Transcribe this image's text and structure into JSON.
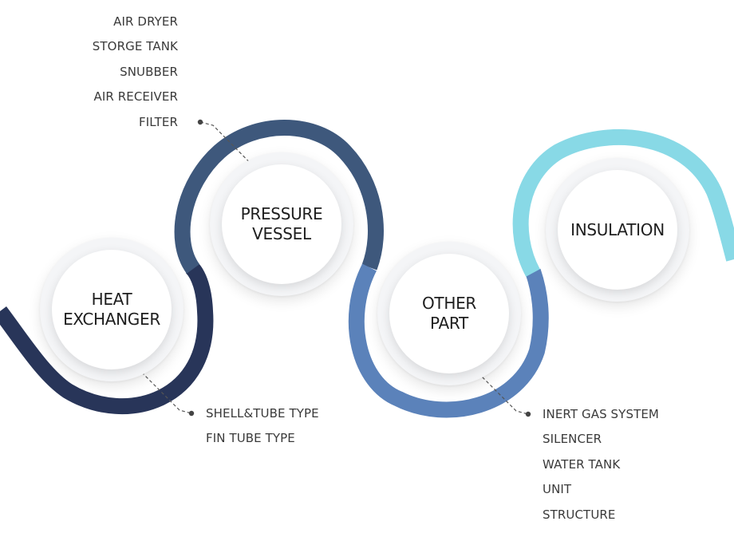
{
  "colors": {
    "heat": "#283559",
    "pressure": "#3e587c",
    "other": "#5b82ba",
    "insulation": "#88d9e6"
  },
  "nodes": {
    "heat_exchanger": {
      "line1": "HEAT",
      "line2": "EXCHANGER"
    },
    "pressure_vessel": {
      "line1": "PRESSURE",
      "line2": "VESSEL"
    },
    "other_part": {
      "line1": "OTHER",
      "line2": "PART"
    },
    "insulation": {
      "line1": "INSULATION"
    }
  },
  "lists": {
    "pressure_vessel": [
      "AIR DRYER",
      "STORGE TANK",
      "SNUBBER",
      "AIR RECEIVER",
      "FILTER"
    ],
    "heat_exchanger": [
      "SHELL&TUBE TYPE",
      "FIN TUBE TYPE"
    ],
    "other_part": [
      "INERT GAS SYSTEM",
      "SILENCER",
      "WATER TANK",
      "UNIT",
      "STRUCTURE"
    ]
  }
}
